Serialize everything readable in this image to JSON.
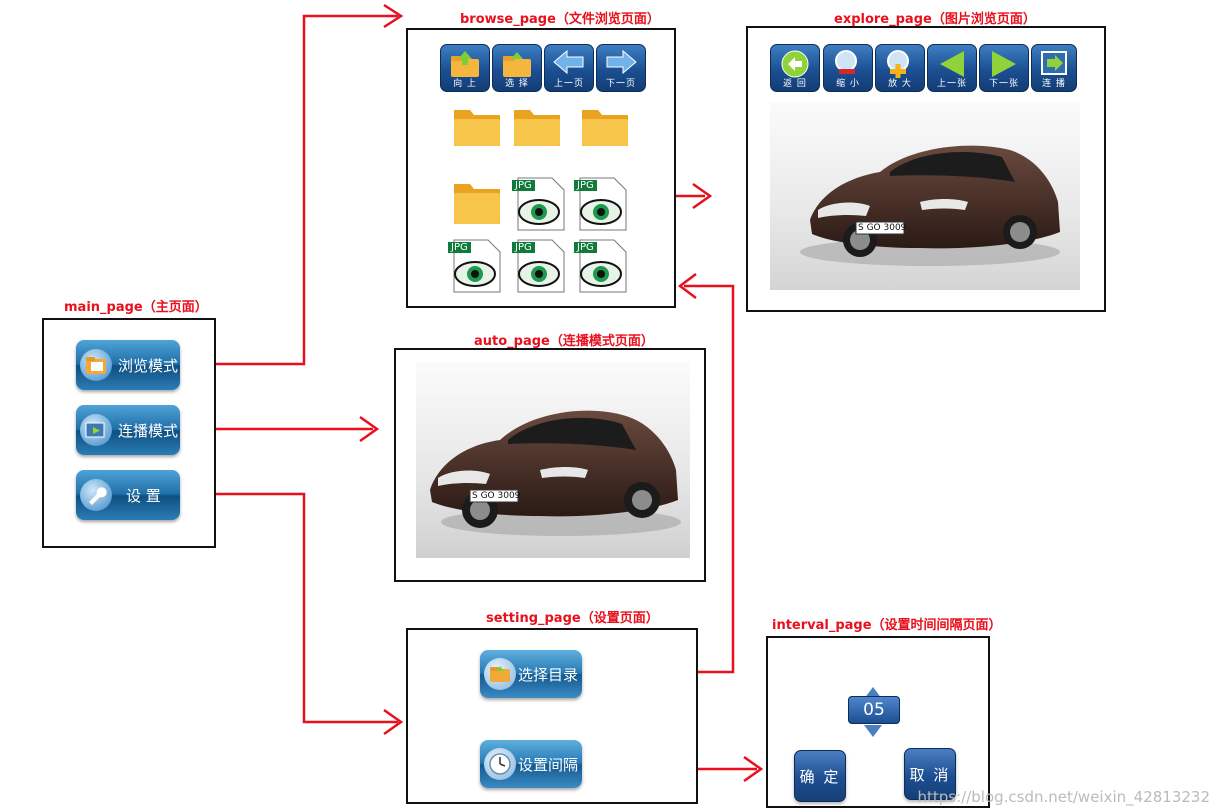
{
  "titles": {
    "main": "main_page（主页面）",
    "browse": "browse_page（文件浏览页面）",
    "explore": "explore_page（图片浏览页面）",
    "auto": "auto_page（连播模式页面）",
    "setting": "setting_page（设置页面）",
    "interval": "interval_page（设置时间间隔页面）"
  },
  "main_page": {
    "buttons": [
      "浏览模式",
      "连播模式",
      "设 置"
    ]
  },
  "browse_page": {
    "toolbar": [
      "向 上",
      "选 择",
      "上一页",
      "下一页"
    ],
    "jpg_label": "JPG"
  },
  "explore_page": {
    "toolbar": [
      "返 回",
      "缩 小",
      "放 大",
      "上一张",
      "下一张",
      "连 播"
    ],
    "plate": "S GO 3009"
  },
  "auto_page": {
    "plate": "S GO 3009"
  },
  "setting_page": {
    "buttons": [
      "选择目录",
      "设置间隔"
    ]
  },
  "interval_page": {
    "value": "05",
    "ok": "确 定",
    "cancel": "取 消"
  },
  "watermark": "https://blog.csdn.net/weixin_42813232",
  "colors": {
    "arrow": "#e8101c",
    "title": "#e8101c"
  }
}
